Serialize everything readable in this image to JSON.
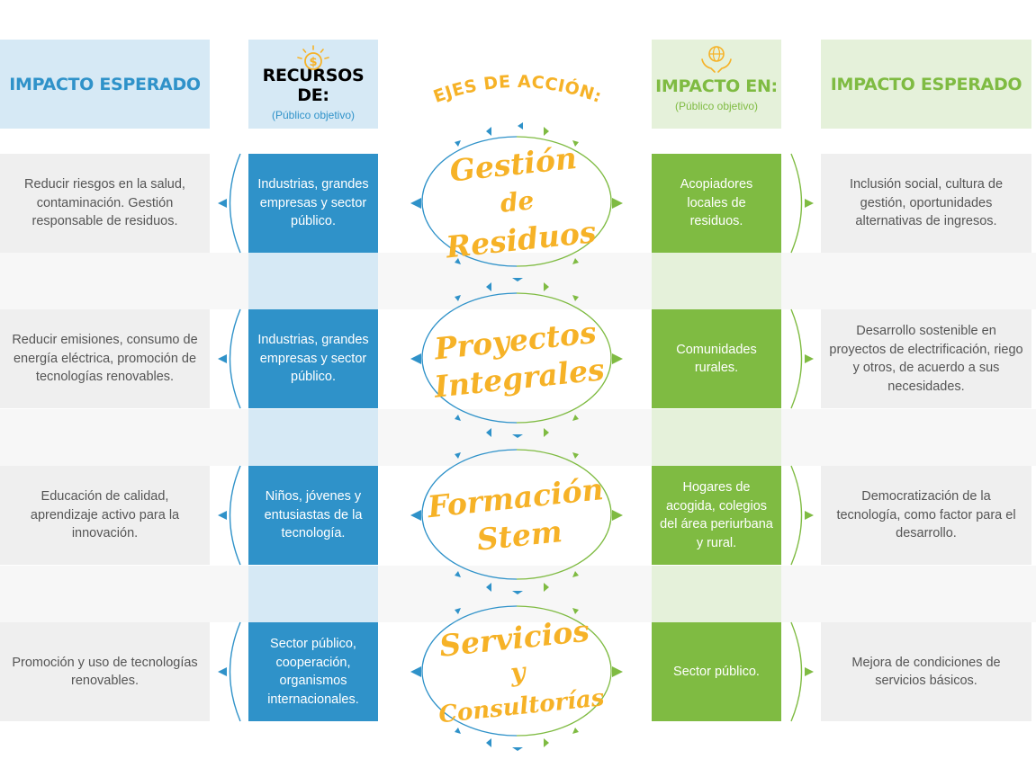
{
  "header": {
    "left_impact": "IMPACTO ESPERADO",
    "resources_title": "RECURSOS DE:",
    "resources_sub": "(Público objetivo)",
    "axes_title": "EJES DE ACCIÓN:",
    "impact_title": "IMPACTO EN:",
    "impact_sub": "(Público objetivo)",
    "right_impact": "IMPACTO ESPERADO"
  },
  "colors": {
    "blue": "#2f92c9",
    "light_blue": "#d6e9f5",
    "green": "#7fbb42",
    "light_green": "#e5f1da",
    "orange": "#f6b227",
    "grey": "#efefef",
    "band": "#f7f7f7"
  },
  "icons": {
    "resources": "dollar-coin-icon",
    "impact": "hands-globe-icon"
  },
  "rows": [
    {
      "left_impact": "Reducir riesgos en la salud, contaminación. Gestión responsable de residuos.",
      "resources": "Industrias, grandes empresas y sector público.",
      "axis": [
        "Gestión",
        "de",
        "Residuos"
      ],
      "impact_on": "Acopiadores locales de residuos.",
      "right_impact": "Inclusión social, cultura de gestión, oportunidades alternativas de ingresos."
    },
    {
      "left_impact": "Reducir emisiones, consumo de energía eléctrica, promoción de tecnologías renovables.",
      "resources": "Industrias, grandes empresas y sector público.",
      "axis": [
        "Proyectos",
        "Integrales"
      ],
      "impact_on": "Comunidades rurales.",
      "right_impact": "Desarrollo sostenible en proyectos de electrificación, riego y otros, de acuerdo a sus necesidades."
    },
    {
      "left_impact": "Educación de calidad, aprendizaje activo para la innovación.",
      "resources": "Niños, jóvenes y entusiastas de la tecnología.",
      "axis": [
        "Formación",
        "Stem"
      ],
      "impact_on": "Hogares de acogida, colegios del área periurbana y rural.",
      "right_impact": "Democratización de la tecnología, como factor para el desarrollo."
    },
    {
      "left_impact": "Promoción y uso de tecnologías renovables.",
      "resources": "Sector público, cooperación, organismos internacionales.",
      "axis": [
        "Servicios",
        "y",
        "Consultorías"
      ],
      "impact_on": "Sector público.",
      "right_impact": "Mejora de condiciones de servicios básicos."
    }
  ]
}
